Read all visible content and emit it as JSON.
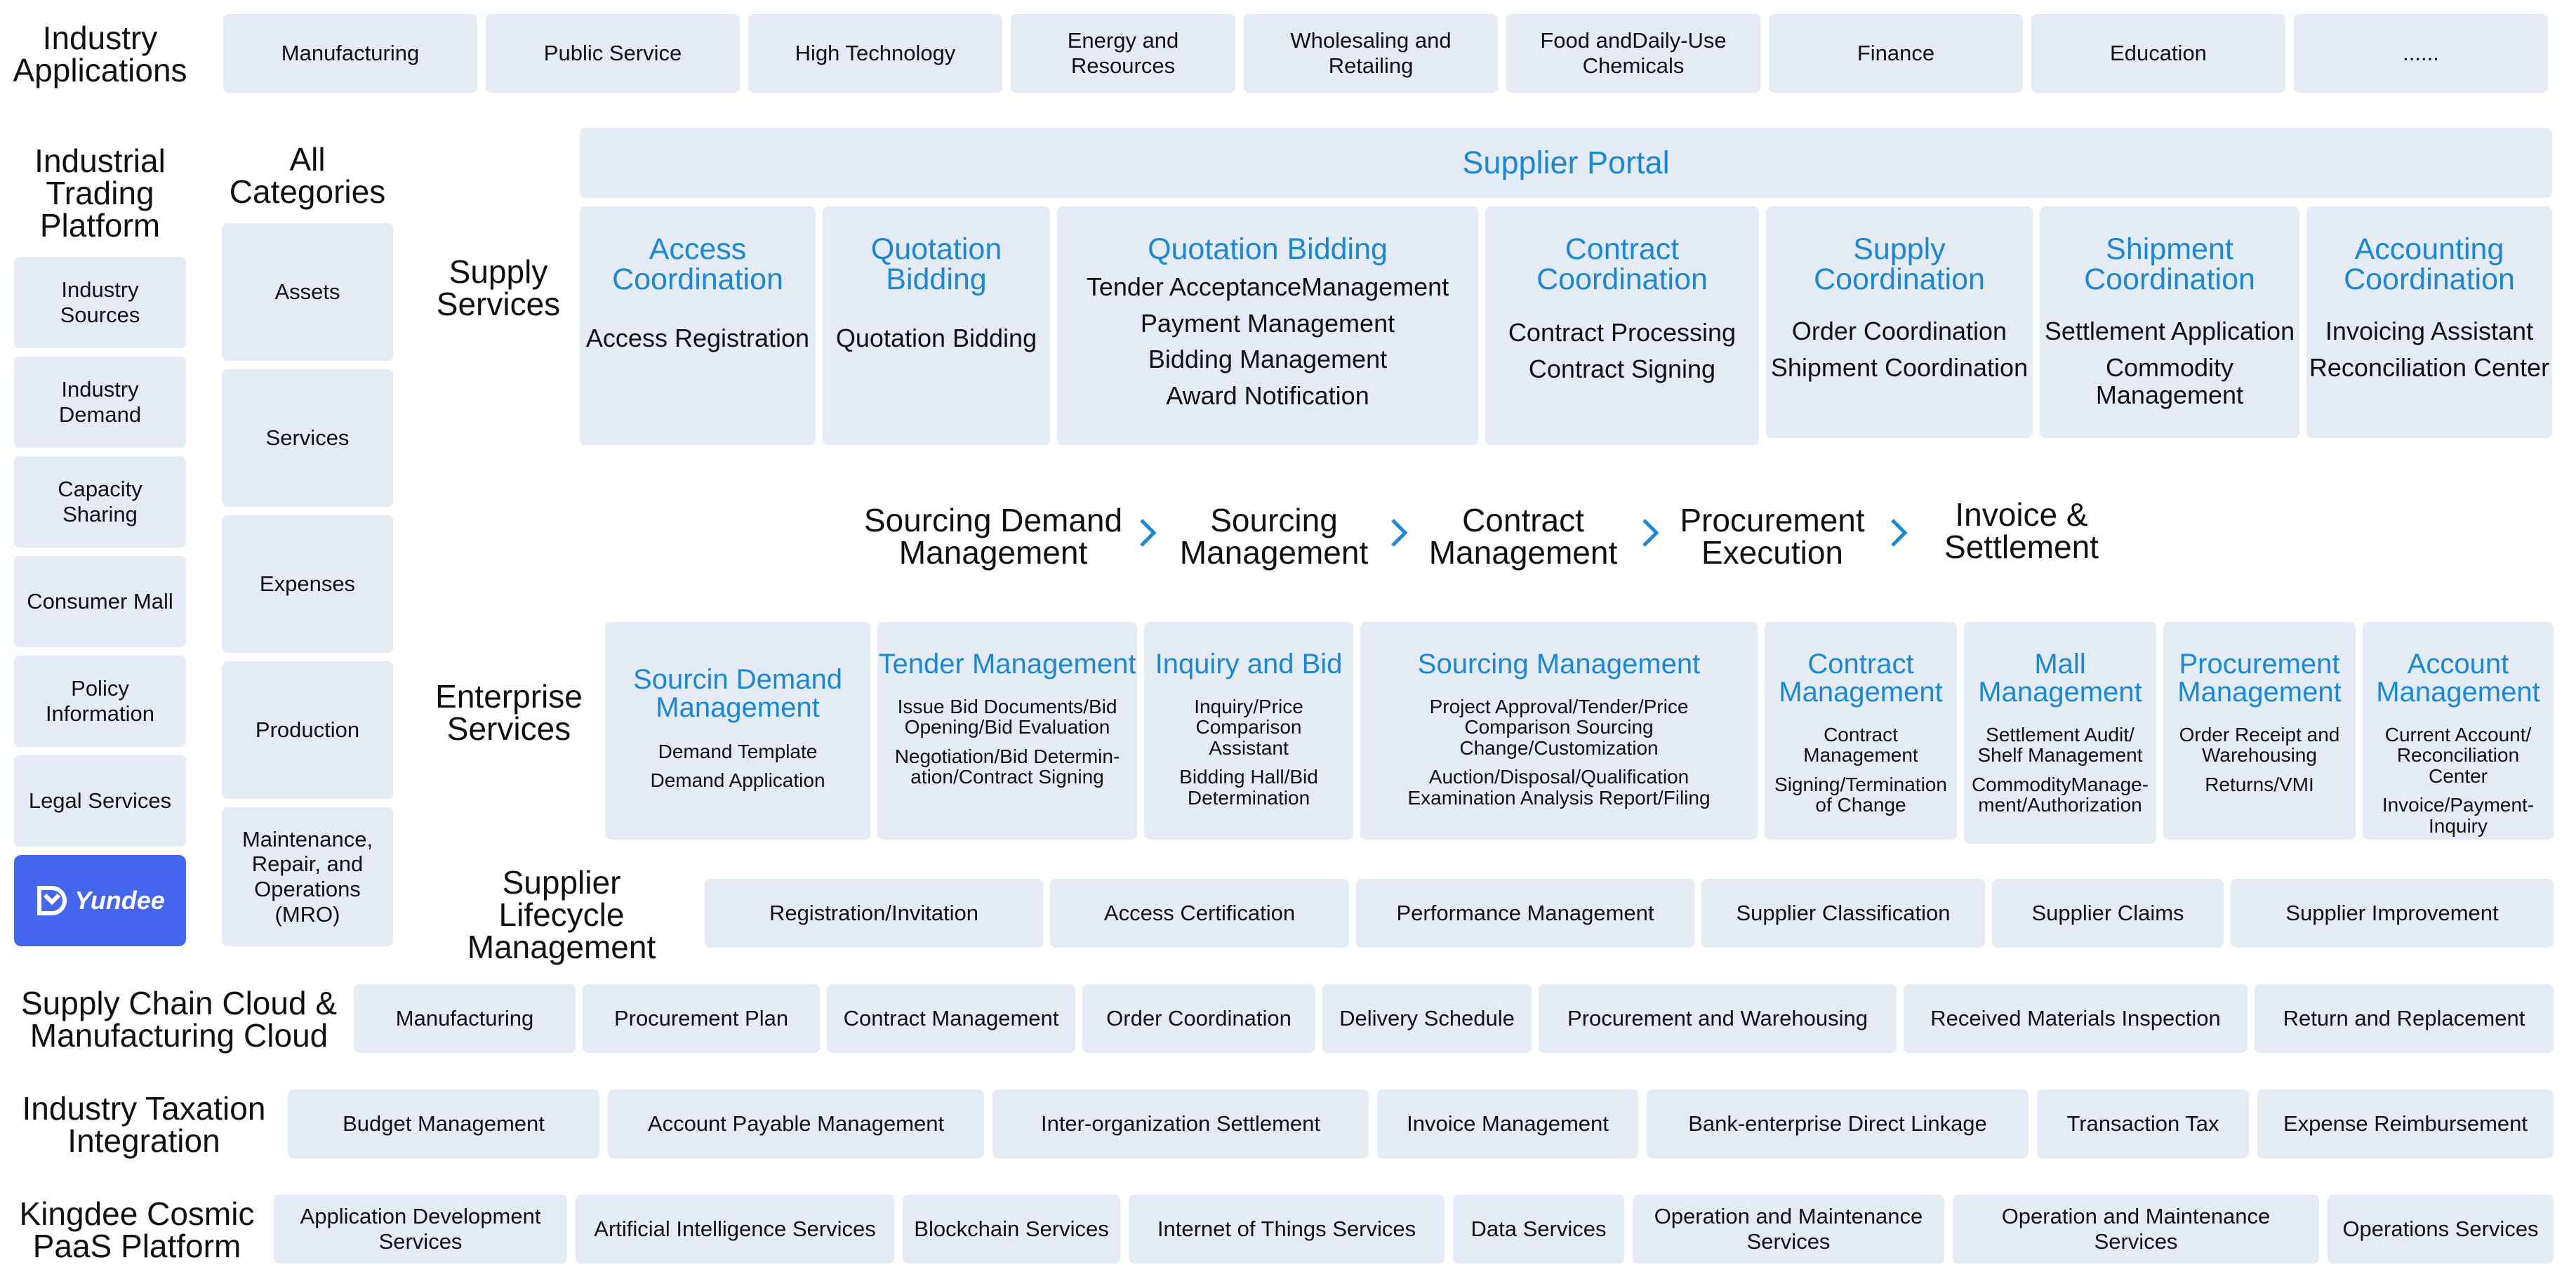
{
  "industry_applications": {
    "title": "Industry Applications",
    "items": [
      "Manufacturing",
      "Public Service",
      "High Technology",
      "Energy and Resources",
      "Wholesaling and Retailing",
      "Food andDaily-Use Chemicals",
      "Finance",
      "Education",
      "......"
    ]
  },
  "trading_platform": {
    "title": "Industrial Trading Platform",
    "items": [
      "Industry Sources",
      "Industry Demand",
      "Capacity Sharing",
      "Consumer Mall",
      "Policy Information",
      "Legal Services"
    ],
    "logo_text": "Yundee"
  },
  "categories": {
    "title": "All Categories",
    "items": [
      "Assets",
      "Services",
      "Expenses",
      "Production",
      "Maintenance, Repair, and Operations (MRO)"
    ]
  },
  "supply_services": {
    "title": "Supply Services",
    "portal": "Supplier Portal",
    "panels": [
      {
        "title": "Access Coordination",
        "items": [
          "Access Registration"
        ]
      },
      {
        "title": "Quotation Bidding",
        "items": [
          "Quotation Bidding"
        ]
      },
      {
        "title": "Quotation Bidding",
        "items": [
          "Tender AcceptanceManagement",
          "Payment Management",
          "Bidding Management",
          "Award Notification"
        ]
      },
      {
        "title": "Contract Coordination",
        "items": [
          "Contract Processing",
          "Contract Signing"
        ]
      },
      {
        "title": "Supply Coordination",
        "items": [
          "Order Coordination",
          "Shipment Coordination"
        ]
      },
      {
        "title": "Shipment Coordination",
        "items": [
          "Settlement Application",
          "Commodity Management"
        ]
      },
      {
        "title": "Accounting Coordination",
        "items": [
          "Invoicing Assistant",
          "Reconciliation Center"
        ]
      }
    ]
  },
  "process_flow": [
    "Sourcing Demand Management",
    "Sourcing Management",
    "Contract Management",
    "Procurement Execution",
    "Invoice & Settlement"
  ],
  "enterprise_services": {
    "title": "Enterprise Services",
    "panels": [
      {
        "title": "Sourcin Demand Management",
        "items": [
          "Demand Template",
          "Demand Application"
        ]
      },
      {
        "title": "Tender Management",
        "items": [
          "Issue Bid Documents/Bid Opening/Bid Evaluation",
          "Negotiation/Bid Determin-ation/Contract Signing"
        ]
      },
      {
        "title": "Inquiry and Bid",
        "items": [
          "Inquiry/Price Comparison Assistant",
          "Bidding Hall/Bid Determination"
        ]
      },
      {
        "title": "Sourcing Management",
        "items": [
          "Project Approval/Tender/Price Comparison Sourcing Change/Customization",
          "Auction/Disposal/Qualification Examination Analysis Report/Filing"
        ]
      },
      {
        "title": "Contract Management",
        "items": [
          "Contract Management",
          "Signing/Termination of Change"
        ]
      },
      {
        "title": "Mall Management",
        "items": [
          "Settlement Audit/ Shelf Management",
          "CommodityManage-ment/Authorization"
        ]
      },
      {
        "title": "Procurement Management",
        "items": [
          "Order Receipt and Warehousing",
          "Returns/VMI"
        ]
      },
      {
        "title": "Account Management",
        "items": [
          "Current Account/ Reconciliation Center",
          "Invoice/Payment-Inquiry"
        ]
      }
    ]
  },
  "supplier_lifecycle": {
    "title": "Supplier Lifecycle Management",
    "items": [
      "Registration/Invitation",
      "Access Certification",
      "Performance Management",
      "Supplier Classification",
      "Supplier Claims",
      "Supplier Improvement"
    ]
  },
  "supply_chain_cloud": {
    "title": "Supply Chain Cloud & Manufacturing Cloud",
    "items": [
      "Manufacturing",
      "Procurement Plan",
      "Contract Management",
      "Order Coordination",
      "Delivery Schedule",
      "Procurement and Warehousing",
      "Received Materials Inspection",
      "Return and Replacement"
    ]
  },
  "taxation": {
    "title": "Industry Taxation Integration",
    "items": [
      "Budget Management",
      "Account Payable Management",
      "Inter-organization Settlement",
      "Invoice Management",
      "Bank-enterprise Direct Linkage",
      "Transaction Tax",
      "Expense Reimbursement"
    ]
  },
  "paas": {
    "title": "Kingdee Cosmic PaaS Platform",
    "items": [
      "Application Development Services",
      "Artificial Intelligence Services",
      "Blockchain Services",
      "Internet of Things Services",
      "Data Services",
      "Operation and Maintenance Services",
      "Operation and Maintenance Services",
      "Operations Services"
    ]
  },
  "colors": {
    "box_bg": "#e4ebf4",
    "accent": "#1a87d9",
    "logo_bg": "#4466ee"
  },
  "icons": [
    "chevron-right-icon",
    "yundee-logo-icon"
  ]
}
